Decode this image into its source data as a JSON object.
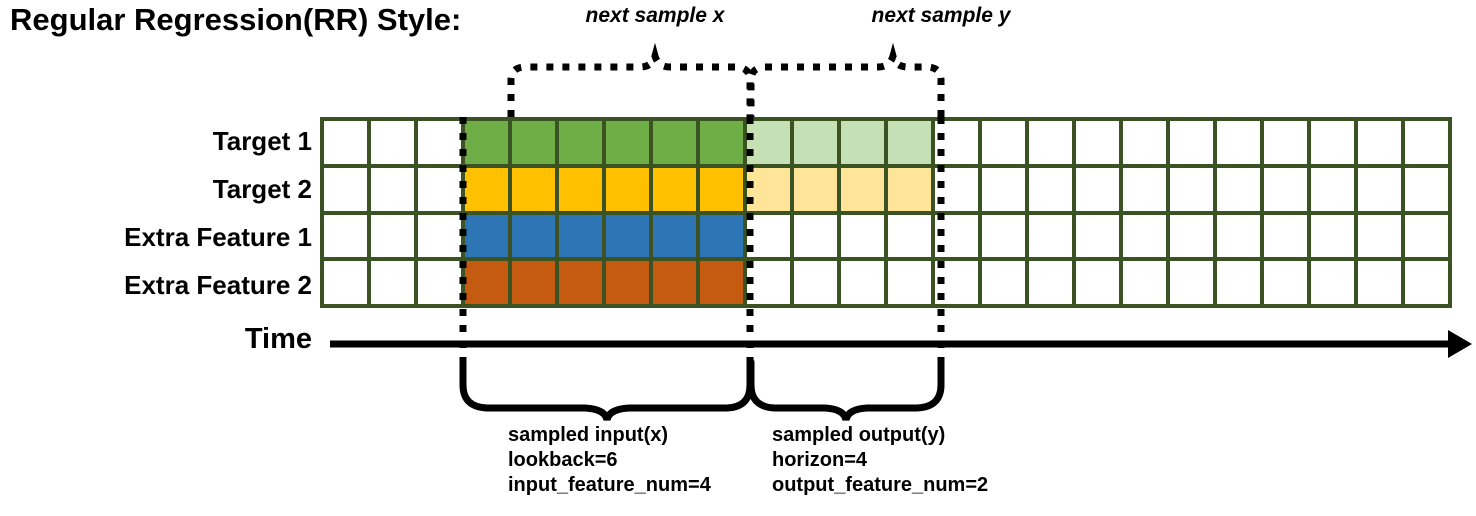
{
  "title": "Regular Regression(RR) Style:",
  "rows": [
    {
      "label": "Target 1",
      "key": "target1"
    },
    {
      "label": "Target 2",
      "key": "target2"
    },
    {
      "label": "Extra Feature 1",
      "key": "extra1"
    },
    {
      "label": "Extra Feature 2",
      "key": "extra2"
    }
  ],
  "grid": {
    "columns": 24,
    "rows": 4,
    "border_color": "#3B5323",
    "empty_color": "#FFFFFF",
    "input_start_col": 3,
    "input_end_col": 9,
    "output_start_col": 9,
    "output_end_col": 13,
    "fills": {
      "target1_input": "#6FAE46",
      "target1_output": "#C5E0B4",
      "target2_input": "#FFC000",
      "target2_output": "#FFE599",
      "extra1_input": "#2E75B6",
      "extra2_input": "#C55A11"
    },
    "row_fill_map": [
      {
        "input": "#6FAE46",
        "output": "#C5E0B4"
      },
      {
        "input": "#FFC000",
        "output": "#FFE599"
      },
      {
        "input": "#2E75B6",
        "output": null
      },
      {
        "input": "#C55A11",
        "output": null
      }
    ]
  },
  "time_axis": {
    "label": "Time"
  },
  "top_braces": [
    {
      "id": "next-sample-x",
      "label": "next sample x"
    },
    {
      "id": "next-sample-y",
      "label": "next sample y"
    }
  ],
  "bottom_braces": [
    {
      "id": "sampled-input",
      "lines": [
        "sampled input(x)",
        "lookback=6",
        "input_feature_num=4"
      ]
    },
    {
      "id": "sampled-output",
      "lines": [
        "sampled output(y)",
        "horizon=4",
        "output_feature_num=2"
      ]
    }
  ],
  "annotations": {
    "lookback": 6,
    "horizon": 4,
    "input_feature_num": 4,
    "output_feature_num": 2
  }
}
